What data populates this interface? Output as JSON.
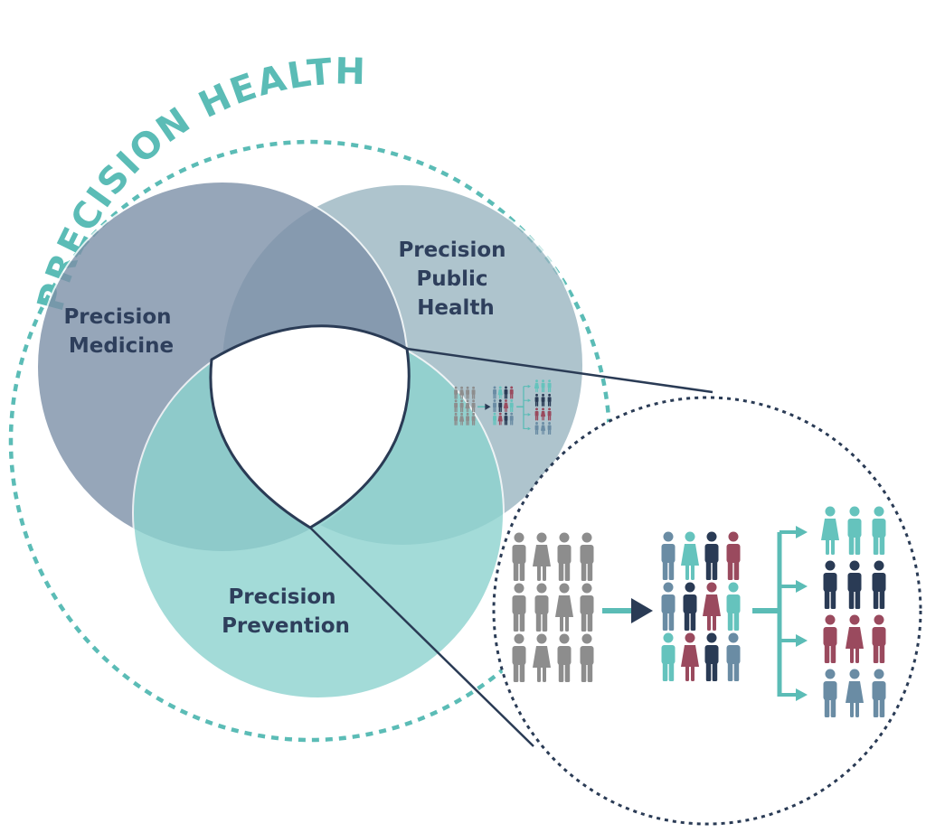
{
  "title": "PRECISION HEALTH",
  "circles": {
    "medicine": {
      "lines": [
        "Precision",
        "Medicine"
      ],
      "fill": "#7d90a8",
      "opacity": 0.8
    },
    "public_health": {
      "lines": [
        "Precision",
        "Public",
        "Health"
      ],
      "fill": "#98b4c0",
      "opacity": 0.78
    },
    "prevention": {
      "lines": [
        "Precision",
        "Prevention"
      ],
      "fill": "#8dd3cf",
      "opacity": 0.8
    }
  },
  "colors": {
    "teal": "#5bbcb6",
    "navy": "#2a3b55",
    "label": "#2e3f5c",
    "gray": "#8d8d8d",
    "steel": "#6a8ca4",
    "maroon": "#9a4a5e",
    "aqua": "#65c3bd"
  },
  "zoom_diagram": {
    "icons": {
      "left_grid": [
        [
          "person-icon",
          "woman-icon",
          "person-icon",
          "person-icon"
        ],
        [
          "person-icon",
          "person-icon",
          "woman-icon",
          "person-icon"
        ],
        [
          "person-icon",
          "woman-icon",
          "person-icon",
          "person-icon"
        ]
      ],
      "middle_grid": [
        [
          "steel",
          "aqua",
          "navy",
          "maroon"
        ],
        [
          "steel",
          "navy",
          "maroon",
          "aqua"
        ],
        [
          "aqua",
          "maroon",
          "navy",
          "steel"
        ]
      ],
      "right_groups": [
        "aqua",
        "navy",
        "maroon",
        "steel"
      ]
    }
  }
}
